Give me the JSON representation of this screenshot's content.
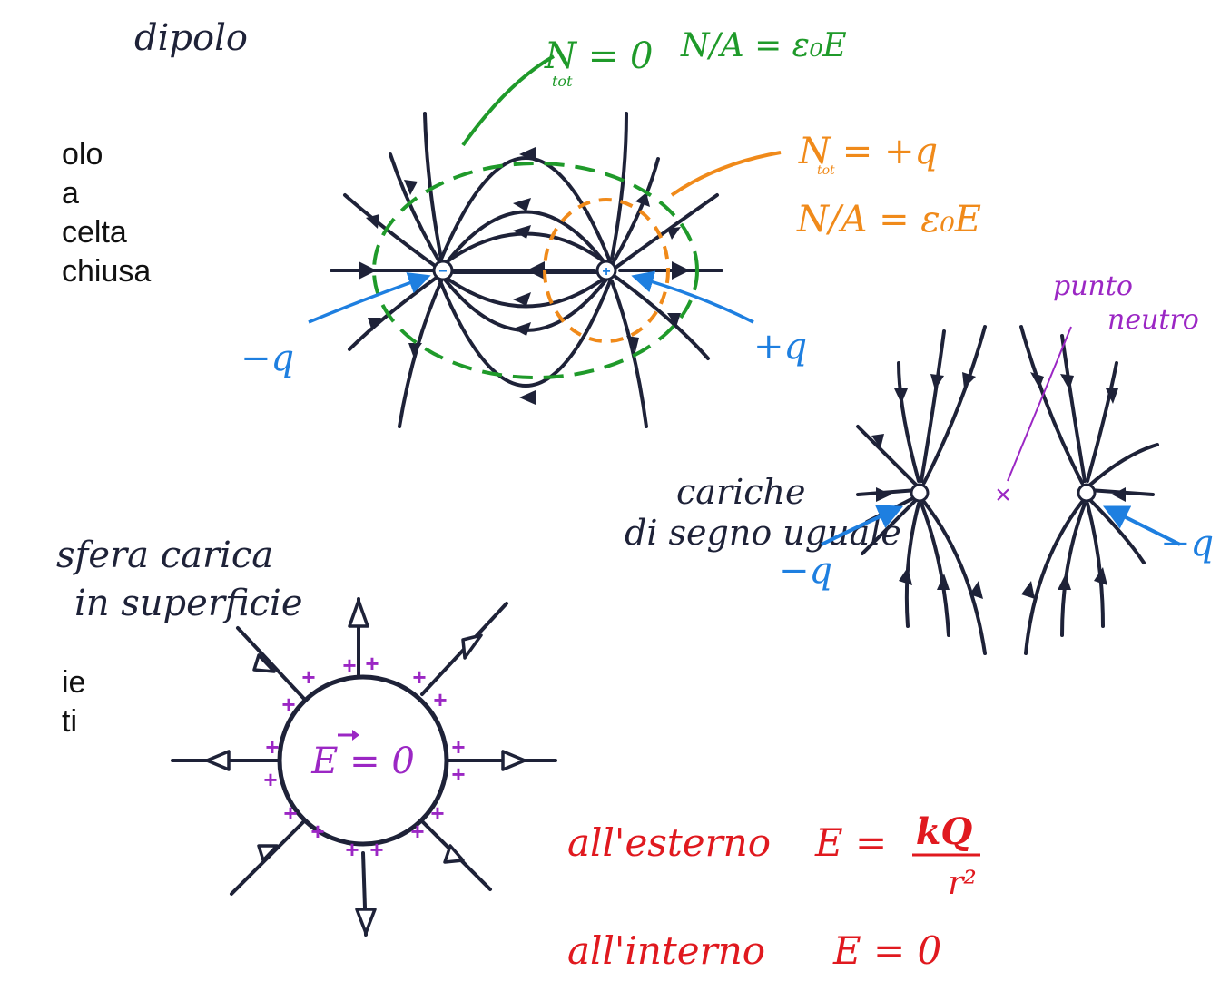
{
  "colors": {
    "ink": "#1e2238",
    "blue": "#1e7fe0",
    "green": "#1f9a2a",
    "orange": "#f08a1a",
    "purple": "#9b27c4",
    "red": "#e0191f"
  },
  "cut_text": {
    "left_upper": [
      "olo",
      "a",
      "celta",
      "chiusa"
    ],
    "left_lower": [
      "ie",
      "ti"
    ]
  },
  "dipole": {
    "title": "dipolo",
    "flux_zero": "N",
    "flux_zero_sub": "tot",
    "flux_zero_val": "= 0",
    "flux_ratio_green": "N/A = ε₀E",
    "flux_q_main": "N",
    "flux_q_sub": "tot",
    "flux_q_val": "= +q",
    "flux_ratio_orange": "N/A = ε₀E",
    "neg_label": "−q",
    "pos_label": "+q",
    "neg_sign": "−",
    "pos_sign": "+"
  },
  "equal_charges": {
    "label_line1": "cariche",
    "label_line2": "di segno uguale",
    "left_charge": "−q",
    "right_charge": "−q",
    "neutral_label_line1": "punto",
    "neutral_label_line2": "neutro",
    "neutral_mark": "×"
  },
  "sphere": {
    "label_line1": "sfera carica",
    "label_line2": "in superficie",
    "inside_field": "E = 0",
    "plus": "+"
  },
  "formulas": {
    "outside_label": "all'esterno",
    "outside_eq": "E =",
    "outside_num": "kQ",
    "outside_den": "r²",
    "inside_label": "all'interno",
    "inside_eq": "E = 0"
  }
}
